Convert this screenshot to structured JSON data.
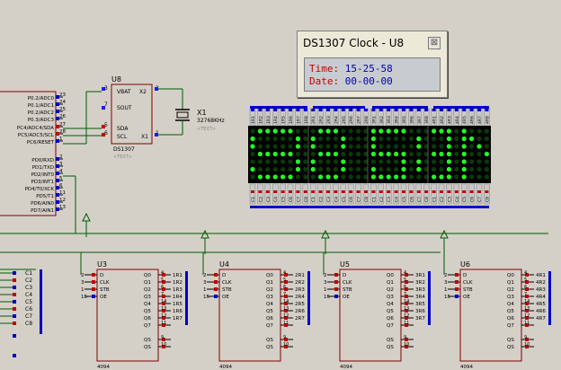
{
  "window": {
    "title": "DS1307 Clock - U8",
    "close_glyph": "⊠",
    "time_label": "Time:",
    "time_value": "15-25-58",
    "date_label": "Date:",
    "date_value": "00-00-00"
  },
  "mcu": {
    "left_pins": [
      "P0.2/ADC0",
      "P0.1/ADC1",
      "P0.2/ADC2",
      "P0.3/ADC3",
      "PC4/ADC4/SDA",
      "PC5/ADC5/SCL",
      "PC6/RESET",
      "PD0/RXD",
      "PD1/TXD",
      "PD2/INT0",
      "PD3/INT1",
      "PD4/T0/XCK",
      "PD5/T1",
      "PD6/AIN0",
      "PD7/AIN1"
    ],
    "right_pins": [
      "23",
      "24",
      "25",
      "26",
      "27",
      "28",
      "1",
      "2",
      "3",
      "4",
      "5",
      "6",
      "11",
      "12",
      "13"
    ]
  },
  "rtc": {
    "ref": "U8",
    "part": "DS1307",
    "text_tag": "<TEXT>",
    "pins": {
      "vbat": "VBAT",
      "x2": "X2",
      "sout": "SOUT",
      "sda": "SDA",
      "scl": "SCL",
      "x1": "X1"
    },
    "pin_numbers": {
      "vbat": "3",
      "x2": "2",
      "sout": "7",
      "sda": "5",
      "scl": "6",
      "x1": "1"
    }
  },
  "crystal": {
    "ref": "X1",
    "value": "32768KHz",
    "text_tag": "<TEXT>"
  },
  "shift_registers": [
    {
      "ref": "U3",
      "part": "4094"
    },
    {
      "ref": "U4",
      "part": "4094"
    },
    {
      "ref": "U5",
      "part": "4094"
    },
    {
      "ref": "U6",
      "part": "4094"
    }
  ],
  "sr_pins_left": [
    {
      "num": "2",
      "name": "D"
    },
    {
      "num": "3",
      "name": "CLK"
    },
    {
      "num": "1",
      "name": "STB"
    },
    {
      "num": "15",
      "name": "OE"
    }
  ],
  "sr_pins_right": [
    "Q0",
    "Q1",
    "Q2",
    "Q3",
    "Q4",
    "Q5",
    "Q6",
    "Q7",
    "",
    "QS",
    "QS"
  ],
  "sr_pin_numbers_right": [
    "4",
    "5",
    "6",
    "7",
    "14",
    "13",
    "12",
    "11",
    "",
    "9",
    "10"
  ],
  "sr_nets": [
    [
      "1R1",
      "1R2",
      "1R3",
      "1R4",
      "1R5",
      "1R6",
      "1R7"
    ],
    [
      "2R1",
      "2R2",
      "2R3",
      "2R4",
      "2R5",
      "2R6",
      "2R7"
    ],
    [
      "3R1",
      "3R2",
      "3R3",
      "3R4",
      "3R5",
      "3R6",
      "3R7"
    ],
    [
      "4R1",
      "4R2",
      "4R3",
      "4R4",
      "4R5",
      "4R6",
      "4R7"
    ]
  ],
  "left_bus": [
    "C1",
    "C2",
    "C3",
    "C4",
    "C5",
    "C6",
    "C7",
    "C8"
  ],
  "matrix": {
    "top_labels": [
      "1R1",
      "1R2",
      "1R3",
      "1R4",
      "1R5",
      "1R6",
      "1R7",
      "1R8",
      "2R1",
      "2R2",
      "2R3",
      "2R4",
      "2R5",
      "2R6",
      "2R7",
      "2R8",
      "3R1",
      "3R2",
      "3R3",
      "3R4",
      "3R5",
      "3R6",
      "3R7",
      "3R8",
      "4R1",
      "4R2",
      "4R3",
      "4R4",
      "4R5",
      "4R6",
      "4R7",
      "4R8"
    ],
    "bottom_labels": [
      "C1",
      "C2",
      "C3",
      "C4",
      "C5",
      "C6",
      "C7",
      "C8",
      "C1",
      "C2",
      "C3",
      "C4",
      "C5",
      "C6",
      "C7",
      "C8",
      "C1",
      "C2",
      "C3",
      "C4",
      "C5",
      "C6",
      "C7",
      "C8",
      "C1",
      "C2",
      "C3",
      "C4",
      "C5",
      "C6",
      "C7",
      "C8"
    ],
    "lit_pattern": [
      "01111100011100001111100011101000",
      "10000010100010001000001000101100",
      "10000010100010001000001000101010",
      "01111100011100001111100011101001",
      "00000010100010000000101000101000",
      "10000010100010001000101000101000",
      "01111100011100001111100011101000"
    ]
  },
  "colors": {
    "wire": "#005a00",
    "pin_red": "#c00000",
    "pin_blue": "#0000c0",
    "body_fill": "#d4d0c8",
    "led_on": "#22ff22",
    "led_off": "#0a3a0a",
    "matrix_bg": "#000000",
    "bus_blue": "#0000c8"
  }
}
